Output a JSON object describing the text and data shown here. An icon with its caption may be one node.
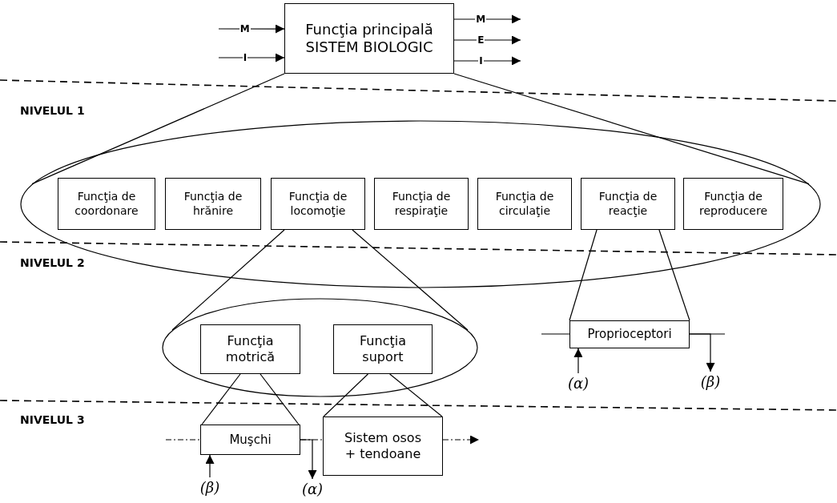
{
  "diagram": {
    "nodes": [
      {
        "text": [
          "Funcţia principală SISTEM BIOLOGIC"
        ]
      },
      {
        "text": [],
        "shape": "ellipse"
      },
      {
        "text": [
          "Funcţia de coordonare"
        ],
        "in": 1
      },
      {
        "text": [
          "Funcţia de hrănire"
        ],
        "in": 1
      },
      {
        "text": [
          "Funcţia de locomoţie"
        ],
        "in": 1
      },
      {
        "text": [
          "Funcţia de respiraţie"
        ],
        "in": 1
      },
      {
        "text": [
          "Funcţia de circulaţie"
        ],
        "in": 1
      },
      {
        "text": [
          "Funcţia de reacţie"
        ],
        "in": 1
      },
      {
        "text": [
          "Funcţia de reproducere"
        ],
        "in": 1
      },
      {
        "text": [],
        "shape": "ellipse"
      },
      {
        "text": [
          "Funcţia motrică"
        ],
        "in": 9
      },
      {
        "text": [
          "Funcţia suport"
        ],
        "in": 9
      },
      {
        "text": [
          "Proprioceptori"
        ]
      },
      {
        "text": [
          "Muşchi"
        ]
      },
      {
        "text": [
          "Sistem osos + tendoane"
        ]
      },
      {
        "text": [
          "(α)"
        ]
      },
      {
        "text": [
          "(β)"
        ]
      },
      {
        "text": [
          "(β)"
        ]
      },
      {
        "text": [
          "(α)"
        ]
      }
    ],
    "edges": [
      {
        "from": null,
        "to": 0,
        "arrow": "to",
        "label": "M"
      },
      {
        "from": null,
        "to": 0,
        "arrow": "to",
        "label": "I"
      },
      {
        "from": 0,
        "to": null,
        "arrow": "to",
        "label": "M"
      },
      {
        "from": 0,
        "to": null,
        "arrow": "to",
        "label": "E"
      },
      {
        "from": 0,
        "to": null,
        "arrow": "to",
        "label": "I"
      },
      {
        "from": 0,
        "to": 1,
        "arrow": "none"
      },
      {
        "from": 0,
        "to": 1,
        "arrow": "none"
      },
      {
        "from": 4,
        "to": 9,
        "arrow": "none"
      },
      {
        "from": 4,
        "to": 9,
        "arrow": "none"
      },
      {
        "from": 7,
        "to": 12,
        "arrow": "none"
      },
      {
        "from": 7,
        "to": 12,
        "arrow": "none"
      },
      {
        "from": 10,
        "to": 13,
        "arrow": "none"
      },
      {
        "from": 10,
        "to": 13,
        "arrow": "none"
      },
      {
        "from": 11,
        "to": 14,
        "arrow": "none"
      },
      {
        "from": 11,
        "to": 14,
        "arrow": "none"
      },
      {
        "from": null,
        "to": 12,
        "arrow": "none"
      },
      {
        "from": 12,
        "to": null,
        "arrow": "none"
      },
      {
        "from": 15,
        "to": 12,
        "arrow": "to"
      },
      {
        "from": 12,
        "to": 16,
        "arrow": "to"
      },
      {
        "from": null,
        "to": 13,
        "arrow": "none",
        "style": "dashed"
      },
      {
        "from": 13,
        "to": 14,
        "arrow": "none",
        "style": "dashed"
      },
      {
        "from": 14,
        "to": null,
        "arrow": "to",
        "style": "dashed"
      },
      {
        "from": 17,
        "to": 13,
        "arrow": "to"
      },
      {
        "from": 13,
        "to": 18,
        "arrow": "to"
      }
    ],
    "labels": [
      "NIVELUL 1",
      "NIVELUL 2",
      "NIVELUL 3"
    ]
  }
}
